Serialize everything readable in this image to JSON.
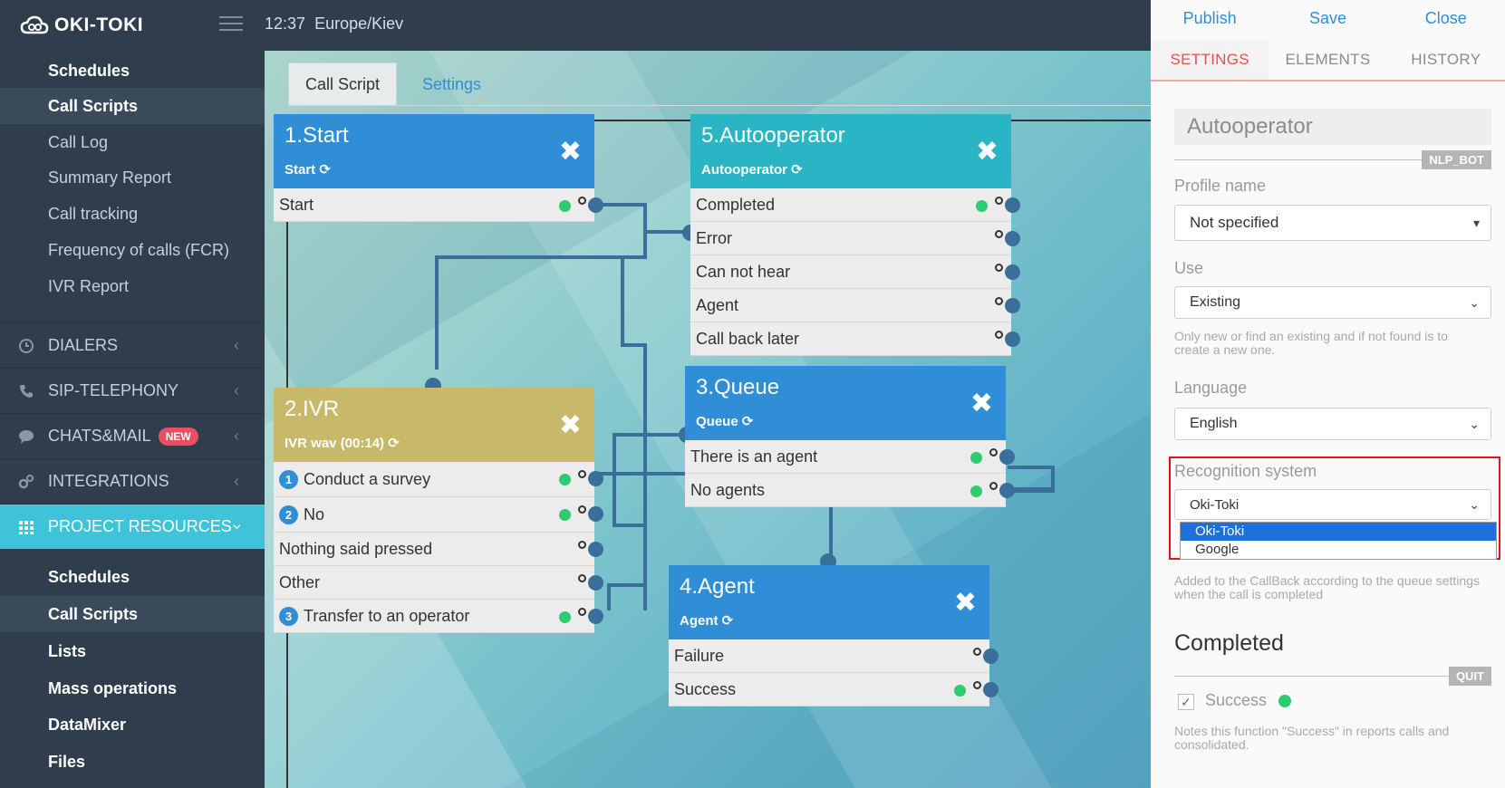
{
  "brand": {
    "name": "OKI-TOKI"
  },
  "header": {
    "time": "12:37",
    "timezone": "Europe/Kiev"
  },
  "sidebar": {
    "top_items": [
      {
        "label": "Schedules"
      },
      {
        "label": "Call Scripts"
      },
      {
        "label": "Call Log"
      },
      {
        "label": "Summary Report"
      },
      {
        "label": "Call tracking"
      },
      {
        "label": "Frequency of calls (FCR)"
      },
      {
        "label": "IVR Report"
      }
    ],
    "groups": [
      {
        "label": "DIALERS"
      },
      {
        "label": "SIP-TELEPHONY"
      },
      {
        "label": "CHATS&MAIL",
        "badge": "NEW"
      },
      {
        "label": "INTEGRATIONS"
      },
      {
        "label": "PROJECT RESOURCES"
      }
    ],
    "bottom_items": [
      {
        "label": "Schedules"
      },
      {
        "label": "Call Scripts"
      },
      {
        "label": "Lists"
      },
      {
        "label": "Mass operations"
      },
      {
        "label": "DataMixer"
      },
      {
        "label": "Files"
      }
    ]
  },
  "canvas": {
    "tabs": [
      "Call Script",
      "Settings"
    ],
    "nodes": {
      "start": {
        "title": "1.Start",
        "subtitle": "Start",
        "rows": [
          "Start"
        ]
      },
      "autooperator": {
        "title": "5.Autooperator",
        "subtitle": "Autooperator",
        "rows": [
          "Completed",
          "Error",
          "Can not hear",
          "Agent",
          "Call back later"
        ]
      },
      "ivr": {
        "title": "2.IVR",
        "subtitle": "IVR wav (00:14)",
        "rows": [
          {
            "num": "1",
            "label": "Conduct a survey"
          },
          {
            "num": "2",
            "label": "No"
          },
          {
            "num": "",
            "label": "Nothing said pressed"
          },
          {
            "num": "",
            "label": "Other"
          },
          {
            "num": "3",
            "label": "Transfer to an operator"
          }
        ]
      },
      "queue": {
        "title": "3.Queue",
        "subtitle": "Queue",
        "rows": [
          "There is an agent",
          "No agents"
        ]
      },
      "agent": {
        "title": "4.Agent",
        "subtitle": "Agent",
        "rows": [
          "Failure",
          "Success"
        ]
      }
    }
  },
  "panel": {
    "actions": [
      "Publish",
      "Save",
      "Close"
    ],
    "tabs": [
      "SETTINGS",
      "ELEMENTS",
      "HISTORY"
    ],
    "title": "Autooperator",
    "title_tag": "NLP_BOT",
    "profile_label": "Profile name",
    "profile_value": "Not specified",
    "use_label": "Use",
    "use_value": "Existing",
    "use_hint": "Only new or find an existing and if not found is to create a new one.",
    "language_label": "Language",
    "language_value": "English",
    "recognition_label": "Recognition system",
    "recognition_value": "Oki-Toki",
    "recognition_options": [
      "Oki-Toki",
      "Google"
    ],
    "callback_hint": "Added to the CallBack according to the queue settings when the call is completed",
    "completed_title": "Completed",
    "completed_tag": "QUIT",
    "success_label": "Success",
    "success_hint": "Notes this function \"Success\" in reports calls and consolidated."
  },
  "colors": {
    "sidebar_bg": "#2f3d4d",
    "accent": "#3ec3d8",
    "start_node": "#2f8ed6",
    "autooperator_node": "#2ab5c4",
    "ivr_node": "#c8b96a",
    "queue_node": "#2f8ed6",
    "agent_node": "#2f8ed6",
    "highlight": "#e0141e"
  },
  "icons": [
    "cloud-logo-icon",
    "hamburger-icon",
    "clock-icon",
    "phone-icon",
    "chat-icon",
    "gears-icon",
    "grid-icon",
    "close-icon",
    "refresh-icon",
    "check-icon"
  ]
}
